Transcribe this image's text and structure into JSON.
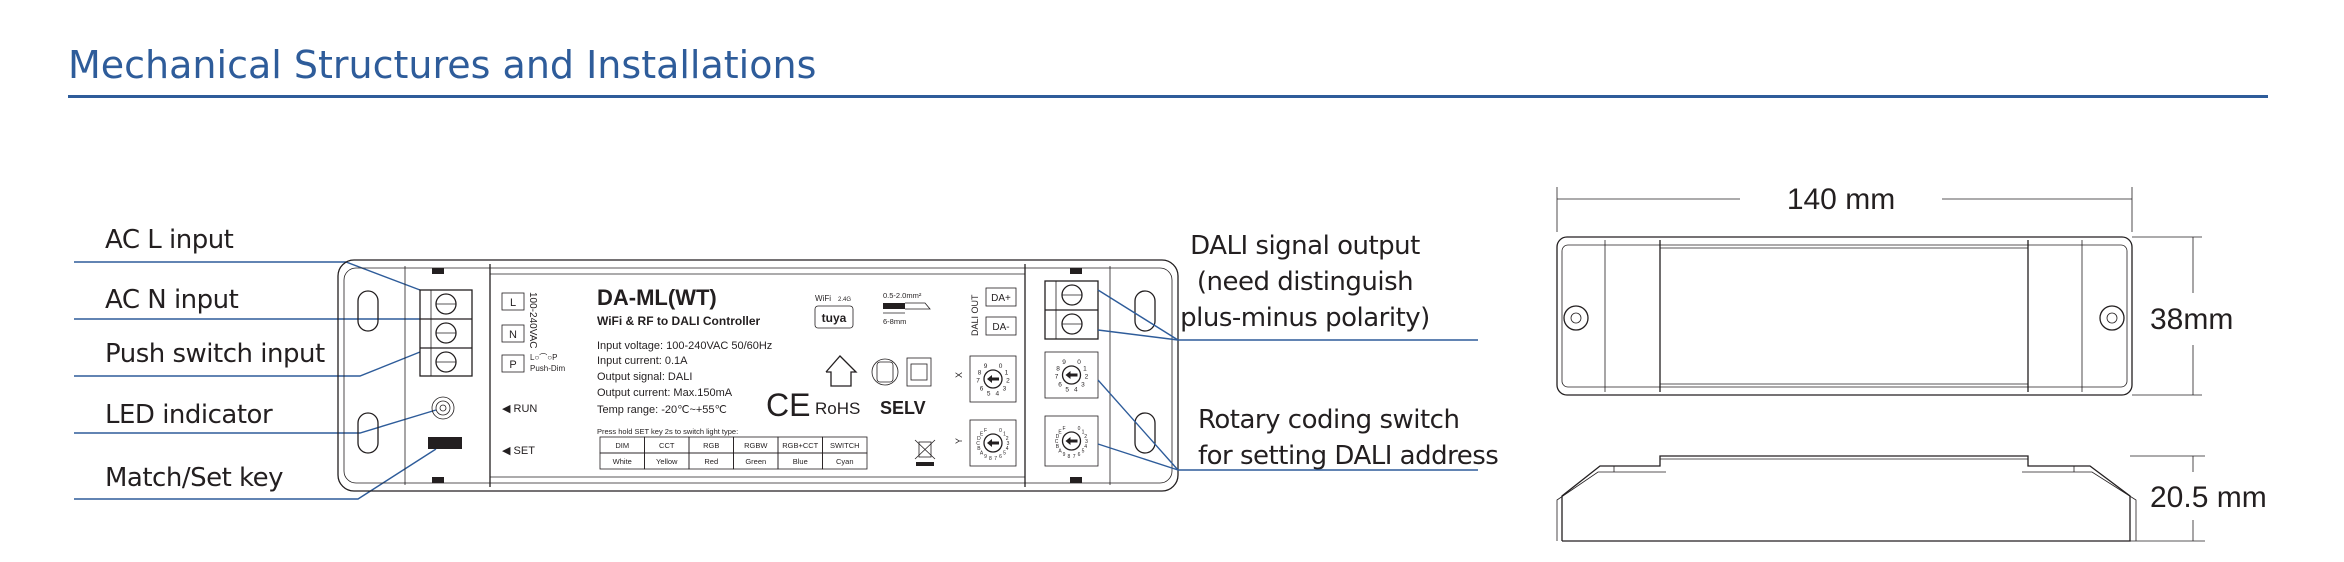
{
  "title": "Mechanical Structures and Installations",
  "colors": {
    "accent": "#2e5c9a",
    "ink": "#231f20"
  },
  "callouts_left": [
    "AC L input",
    "AC N input",
    "Push switch input",
    "LED indicator",
    "Match/Set key"
  ],
  "callouts_right": {
    "dali": [
      "DALI signal output",
      "(need distinguish",
      "plus-minus polarity)"
    ],
    "rotary": [
      "Rotary coding switch",
      "for setting DALI address"
    ]
  },
  "device": {
    "model": "DA-ML(WT)",
    "subtitle": "WiFi & RF to DALI Controller",
    "specs": [
      "Input voltage: 100-240VAC 50/60Hz",
      "Input current: 0.1A",
      "Output signal: DALI",
      "Output current: Max.150mA",
      "Temp range: -20℃~+55℃"
    ],
    "terminals": {
      "l": "L",
      "n": "N",
      "p": "P",
      "voltage": "100-240VAC",
      "switch": "L○⌒○P",
      "push_dim": "Push-Dim"
    },
    "run": "◀ RUN",
    "set": "◀ SET",
    "wifi": "WiFi",
    "band": "2.4G",
    "tuya": "tuya",
    "wire_gauge": "0.5-2.0mm²",
    "strip_length": "6-8mm",
    "dali_out": "DALI OUT",
    "da_plus": "DA+",
    "da_minus": "DA-",
    "ce": "CE",
    "rohs": "RoHS",
    "selv": "SELV",
    "x_label": "X",
    "y_label": "Y",
    "rotary_x_digits": [
      "0",
      "1",
      "2",
      "3",
      "4",
      "5",
      "6",
      "7",
      "8",
      "9"
    ],
    "rotary_y_digits": [
      "0",
      "1",
      "2",
      "3",
      "4",
      "5",
      "6",
      "7",
      "8",
      "9",
      "A",
      "B",
      "C",
      "D",
      "E",
      "F"
    ],
    "table_caption": "Press hold SET key 2s to switch light type:",
    "table_headers": [
      "DIM",
      "CCT",
      "RGB",
      "RGBW",
      "RGB+CCT",
      "SWITCH"
    ],
    "table_colors": [
      "White",
      "Yellow",
      "Red",
      "Green",
      "Blue",
      "Cyan"
    ]
  },
  "dimensions": {
    "length": "140 mm",
    "width": "38mm",
    "height": "20.5 mm"
  }
}
